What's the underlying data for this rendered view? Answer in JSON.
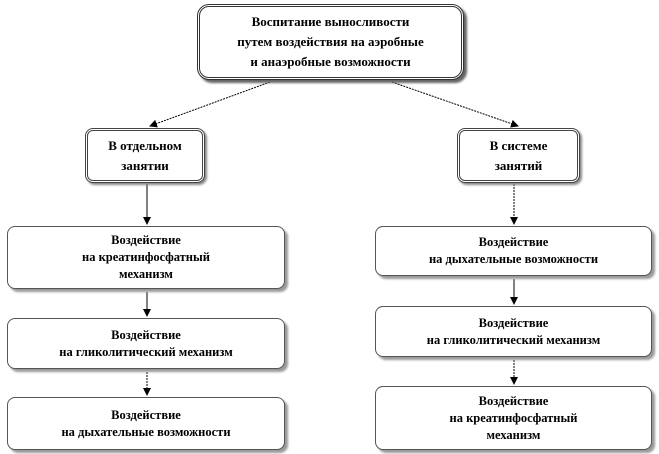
{
  "root": {
    "lines": [
      "Воспитание выносливости",
      "путем воздействия на аэробные",
      "и анаэробные возможности"
    ]
  },
  "left": {
    "header": {
      "lines": [
        "В отдельном",
        "занятии"
      ]
    },
    "steps": [
      {
        "lines": [
          "Воздействие",
          "на креатинфосфатный",
          "механизм"
        ]
      },
      {
        "lines": [
          "Воздействие",
          "на гликолитический механизм"
        ]
      },
      {
        "lines": [
          "Воздействие",
          "на дыхательные возможности"
        ]
      }
    ]
  },
  "right": {
    "header": {
      "lines": [
        "В системе",
        "занятий"
      ]
    },
    "steps": [
      {
        "lines": [
          "Воздействие",
          "на дыхательные возможности"
        ]
      },
      {
        "lines": [
          "Воздействие",
          "на гликолитический механизм"
        ]
      },
      {
        "lines": [
          "Воздействие",
          "на креатинфосфатный",
          "механизм"
        ]
      }
    ]
  }
}
